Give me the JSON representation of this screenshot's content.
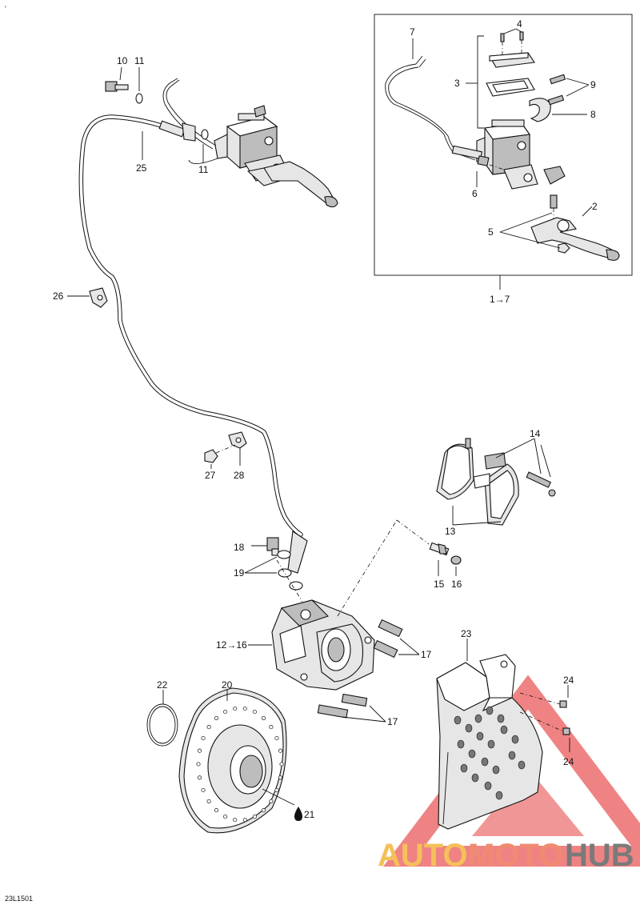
{
  "corner_mark": "'",
  "diagram_code": "23L1501",
  "watermark": {
    "part1": "AUTO",
    "part2": "MOTO",
    "part3": "HUB",
    "color1": "#f5c05a",
    "color2": "#f08b73",
    "color3": "#7a7a7a",
    "triangle_color": "#ea5a5a"
  },
  "inset_label": "1→7",
  "callouts": {
    "c2": "2",
    "c3": "3",
    "c4": "4",
    "c5": "5",
    "c6": "6",
    "c7": "7",
    "c8": "8",
    "c9": "9",
    "c10": "10",
    "c11a": "11",
    "c11b": "11",
    "c12_16": "12→16",
    "c13": "13",
    "c14": "14",
    "c15": "15",
    "c16": "16",
    "c17a": "17",
    "c17b": "17",
    "c18": "18",
    "c19": "19",
    "c20": "20",
    "c21": "21",
    "c22": "22",
    "c23": "23",
    "c24a": "24",
    "c24b": "24",
    "c25": "25",
    "c26": "26",
    "c27": "27",
    "c28": "28"
  }
}
